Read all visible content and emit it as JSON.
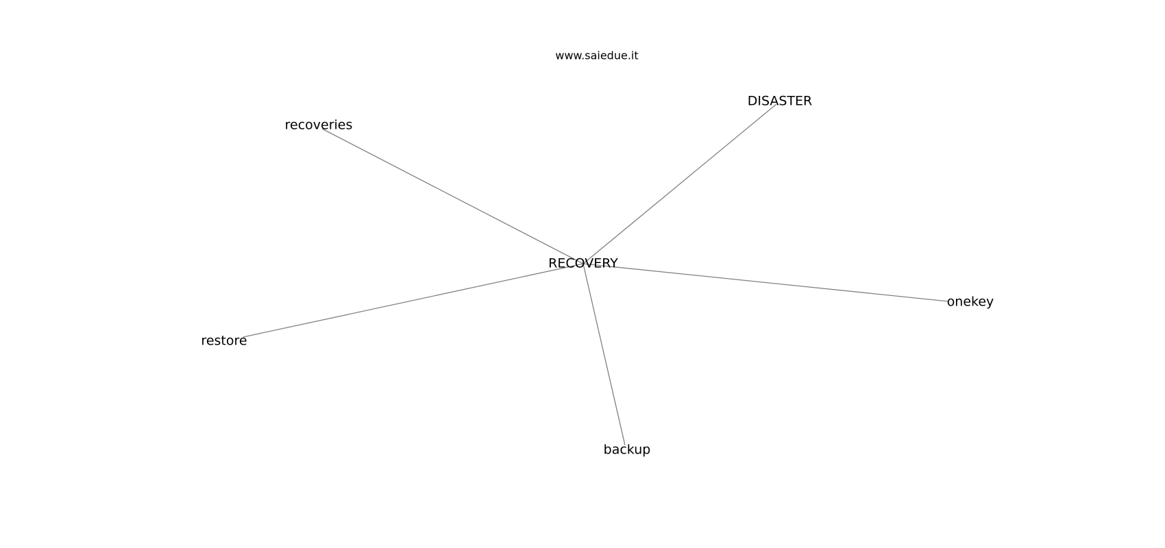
{
  "title": "www.saiedue.it",
  "graph": {
    "center": "RECOVERY",
    "nodes": [
      {
        "id": "RECOVERY",
        "label": "RECOVERY"
      },
      {
        "id": "DISASTER",
        "label": "DISASTER"
      },
      {
        "id": "recoveries",
        "label": "recoveries"
      },
      {
        "id": "onekey",
        "label": "onekey"
      },
      {
        "id": "restore",
        "label": "restore"
      },
      {
        "id": "backup",
        "label": "backup"
      }
    ],
    "edges": [
      {
        "from": "RECOVERY",
        "to": "recoveries"
      },
      {
        "from": "RECOVERY",
        "to": "DISASTER"
      },
      {
        "from": "RECOVERY",
        "to": "onekey"
      },
      {
        "from": "RECOVERY",
        "to": "restore"
      },
      {
        "from": "RECOVERY",
        "to": "backup"
      }
    ],
    "colors": {
      "edge": "#808080",
      "text": "#000000",
      "background": "#ffffff"
    }
  }
}
